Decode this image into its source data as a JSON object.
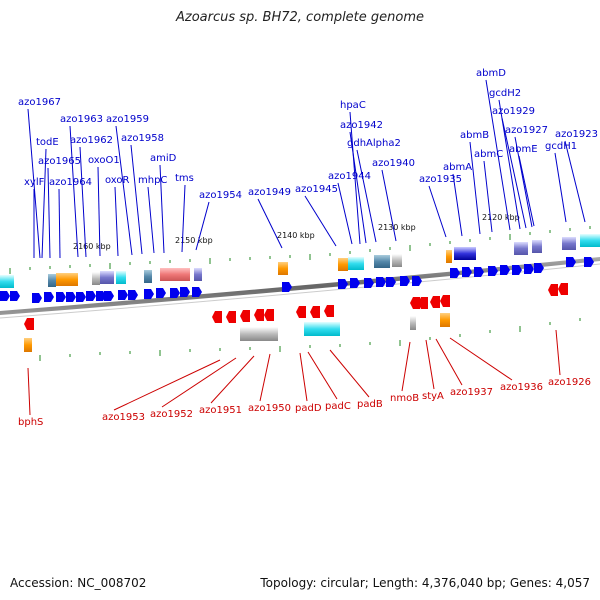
{
  "header": {
    "title": "Azoarcus sp. BH72, complete genome"
  },
  "footer": {
    "accession": "Accession: NC_008702",
    "topology": "Topology: circular; Length: 4,376,040 bp; Genes: 4,057"
  },
  "scale_labels": [
    "2160 kbp",
    "2150 kbp",
    "2140 kbp",
    "2130 kbp",
    "2120 kbp"
  ],
  "forward_genes": [
    "xylF",
    "todE",
    "azo1965",
    "azo1964",
    "azo1967",
    "azo1963",
    "azo1962",
    "oxoO1",
    "oxoR",
    "azo1959",
    "azo1958",
    "mhpC",
    "amiD",
    "tms",
    "azo1954",
    "azo1949",
    "azo1945",
    "azo1944",
    "hpaC",
    "azo1942",
    "gdhAlpha2",
    "azo1940",
    "azo1935",
    "abmA",
    "abmB",
    "abmC",
    "abmD",
    "gcdH2",
    "azo1929",
    "azo1927",
    "abmE",
    "azo1923",
    "gcdH1"
  ],
  "reverse_genes": [
    "bphS",
    "azo1953",
    "azo1952",
    "azo1951",
    "azo1950",
    "padD",
    "padC",
    "padB",
    "nmoB",
    "styA",
    "azo1937",
    "azo1936",
    "azo1926"
  ],
  "colors": {
    "backbone": "#777777",
    "forward_label": "#0000cc",
    "reverse_label": "#cc0000",
    "forward_arrow": "#0000ee",
    "reverse_arrow": "#ee0000",
    "tick": "#228822"
  }
}
